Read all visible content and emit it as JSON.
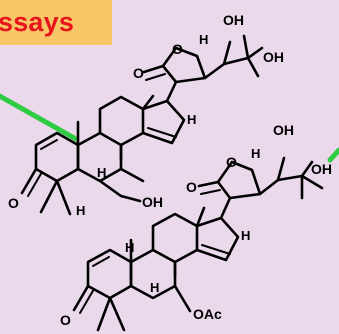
{
  "banner": {
    "text": "ssays",
    "background": "#f7c667",
    "color": "#e8141b"
  },
  "arrows": {
    "color": "#2ecc40"
  },
  "molecule_top": {
    "labels": {
      "oh_top": "OH",
      "oh_right": "OH",
      "ring_o": "O",
      "carbonyl_o": "O",
      "h_c17": "H",
      "h_lactone": "H",
      "h_c9": "H",
      "h_c5": "H",
      "oh_c7": "OH",
      "o_c3": "O"
    }
  },
  "molecule_bottom": {
    "labels": {
      "oh_top": "OH",
      "oh_right": "OH",
      "ring_o": "O",
      "carbonyl_o": "O",
      "h_c17": "H",
      "h_lactone": "H",
      "h_c9": "H",
      "h_c8": "H",
      "oac": "OAc",
      "o_c3": "O"
    }
  }
}
